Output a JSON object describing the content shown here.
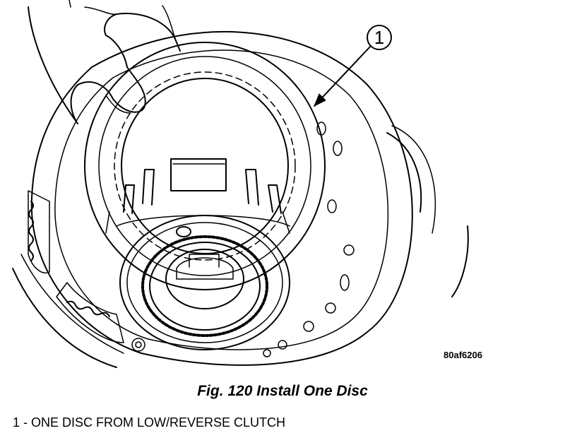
{
  "callout": {
    "number": "1"
  },
  "image_code": "80af6206",
  "caption": "Fig. 120 Install One Disc",
  "legend": [
    {
      "text": "1 - ONE DISC FROM LOW/REVERSE CLUTCH"
    }
  ],
  "colors": {
    "line": "#000000",
    "background": "#ffffff"
  }
}
